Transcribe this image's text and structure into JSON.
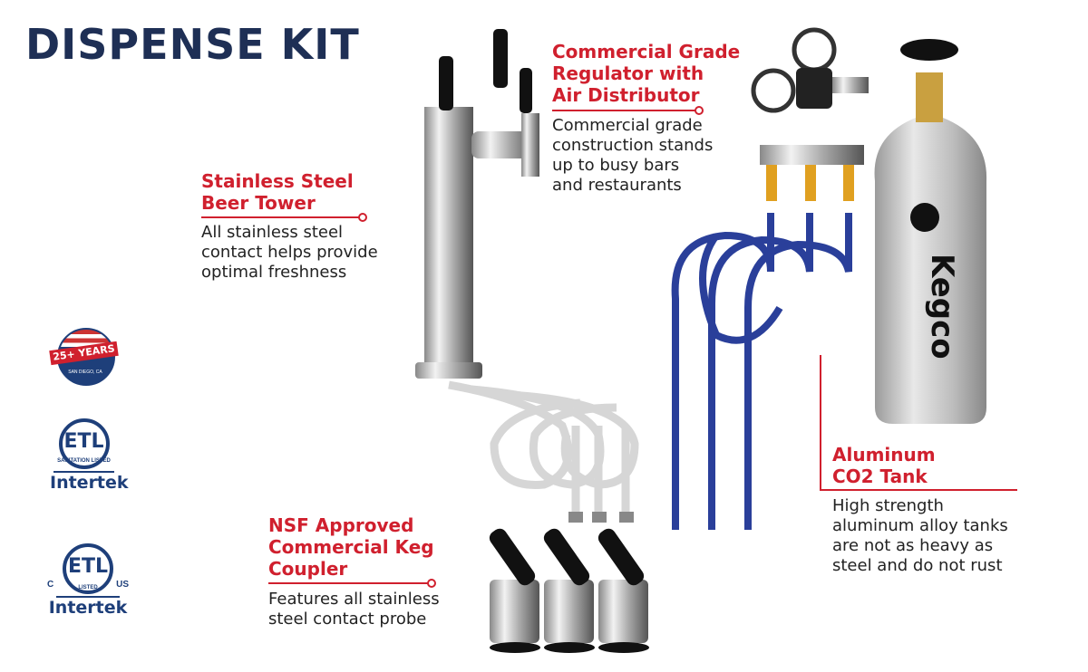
{
  "title": "DISPENSE KIT",
  "callouts": {
    "tower": {
      "heading": [
        "Stainless Steel",
        "Beer Tower"
      ],
      "body": [
        "All stainless steel",
        "contact helps provide",
        "optimal freshness"
      ]
    },
    "regulator": {
      "heading": [
        "Commercial Grade",
        "Regulator with",
        "Air Distributor"
      ],
      "body": [
        "Commercial grade",
        "construction stands",
        "up to busy bars",
        "and restaurants"
      ]
    },
    "tank": {
      "heading": [
        "Aluminum",
        "CO2 Tank"
      ],
      "body": [
        "High strength",
        "aluminum alloy tanks",
        "are not as heavy as",
        "steel and do not rust"
      ]
    },
    "coupler": {
      "heading": [
        "NSF Approved",
        "Commercial Keg",
        "Coupler"
      ],
      "body": [
        "Features all stainless",
        "steel contact probe"
      ]
    }
  },
  "badges": {
    "years": {
      "main": "25+ YEARS",
      "sub": "SAN DIEGO, CA"
    },
    "etl_sanitation": {
      "logo": "ETL",
      "ring": "SANITATION LISTED",
      "brand": "Intertek"
    },
    "etl_listed": {
      "logo": "ETL",
      "ring": "LISTED",
      "left": "C",
      "right": "US",
      "brand": "Intertek"
    }
  },
  "tank_brand": "Kegco",
  "colors": {
    "navy": "#1e2f55",
    "red": "#d0202e",
    "blue_line": "#2a3f9a"
  }
}
